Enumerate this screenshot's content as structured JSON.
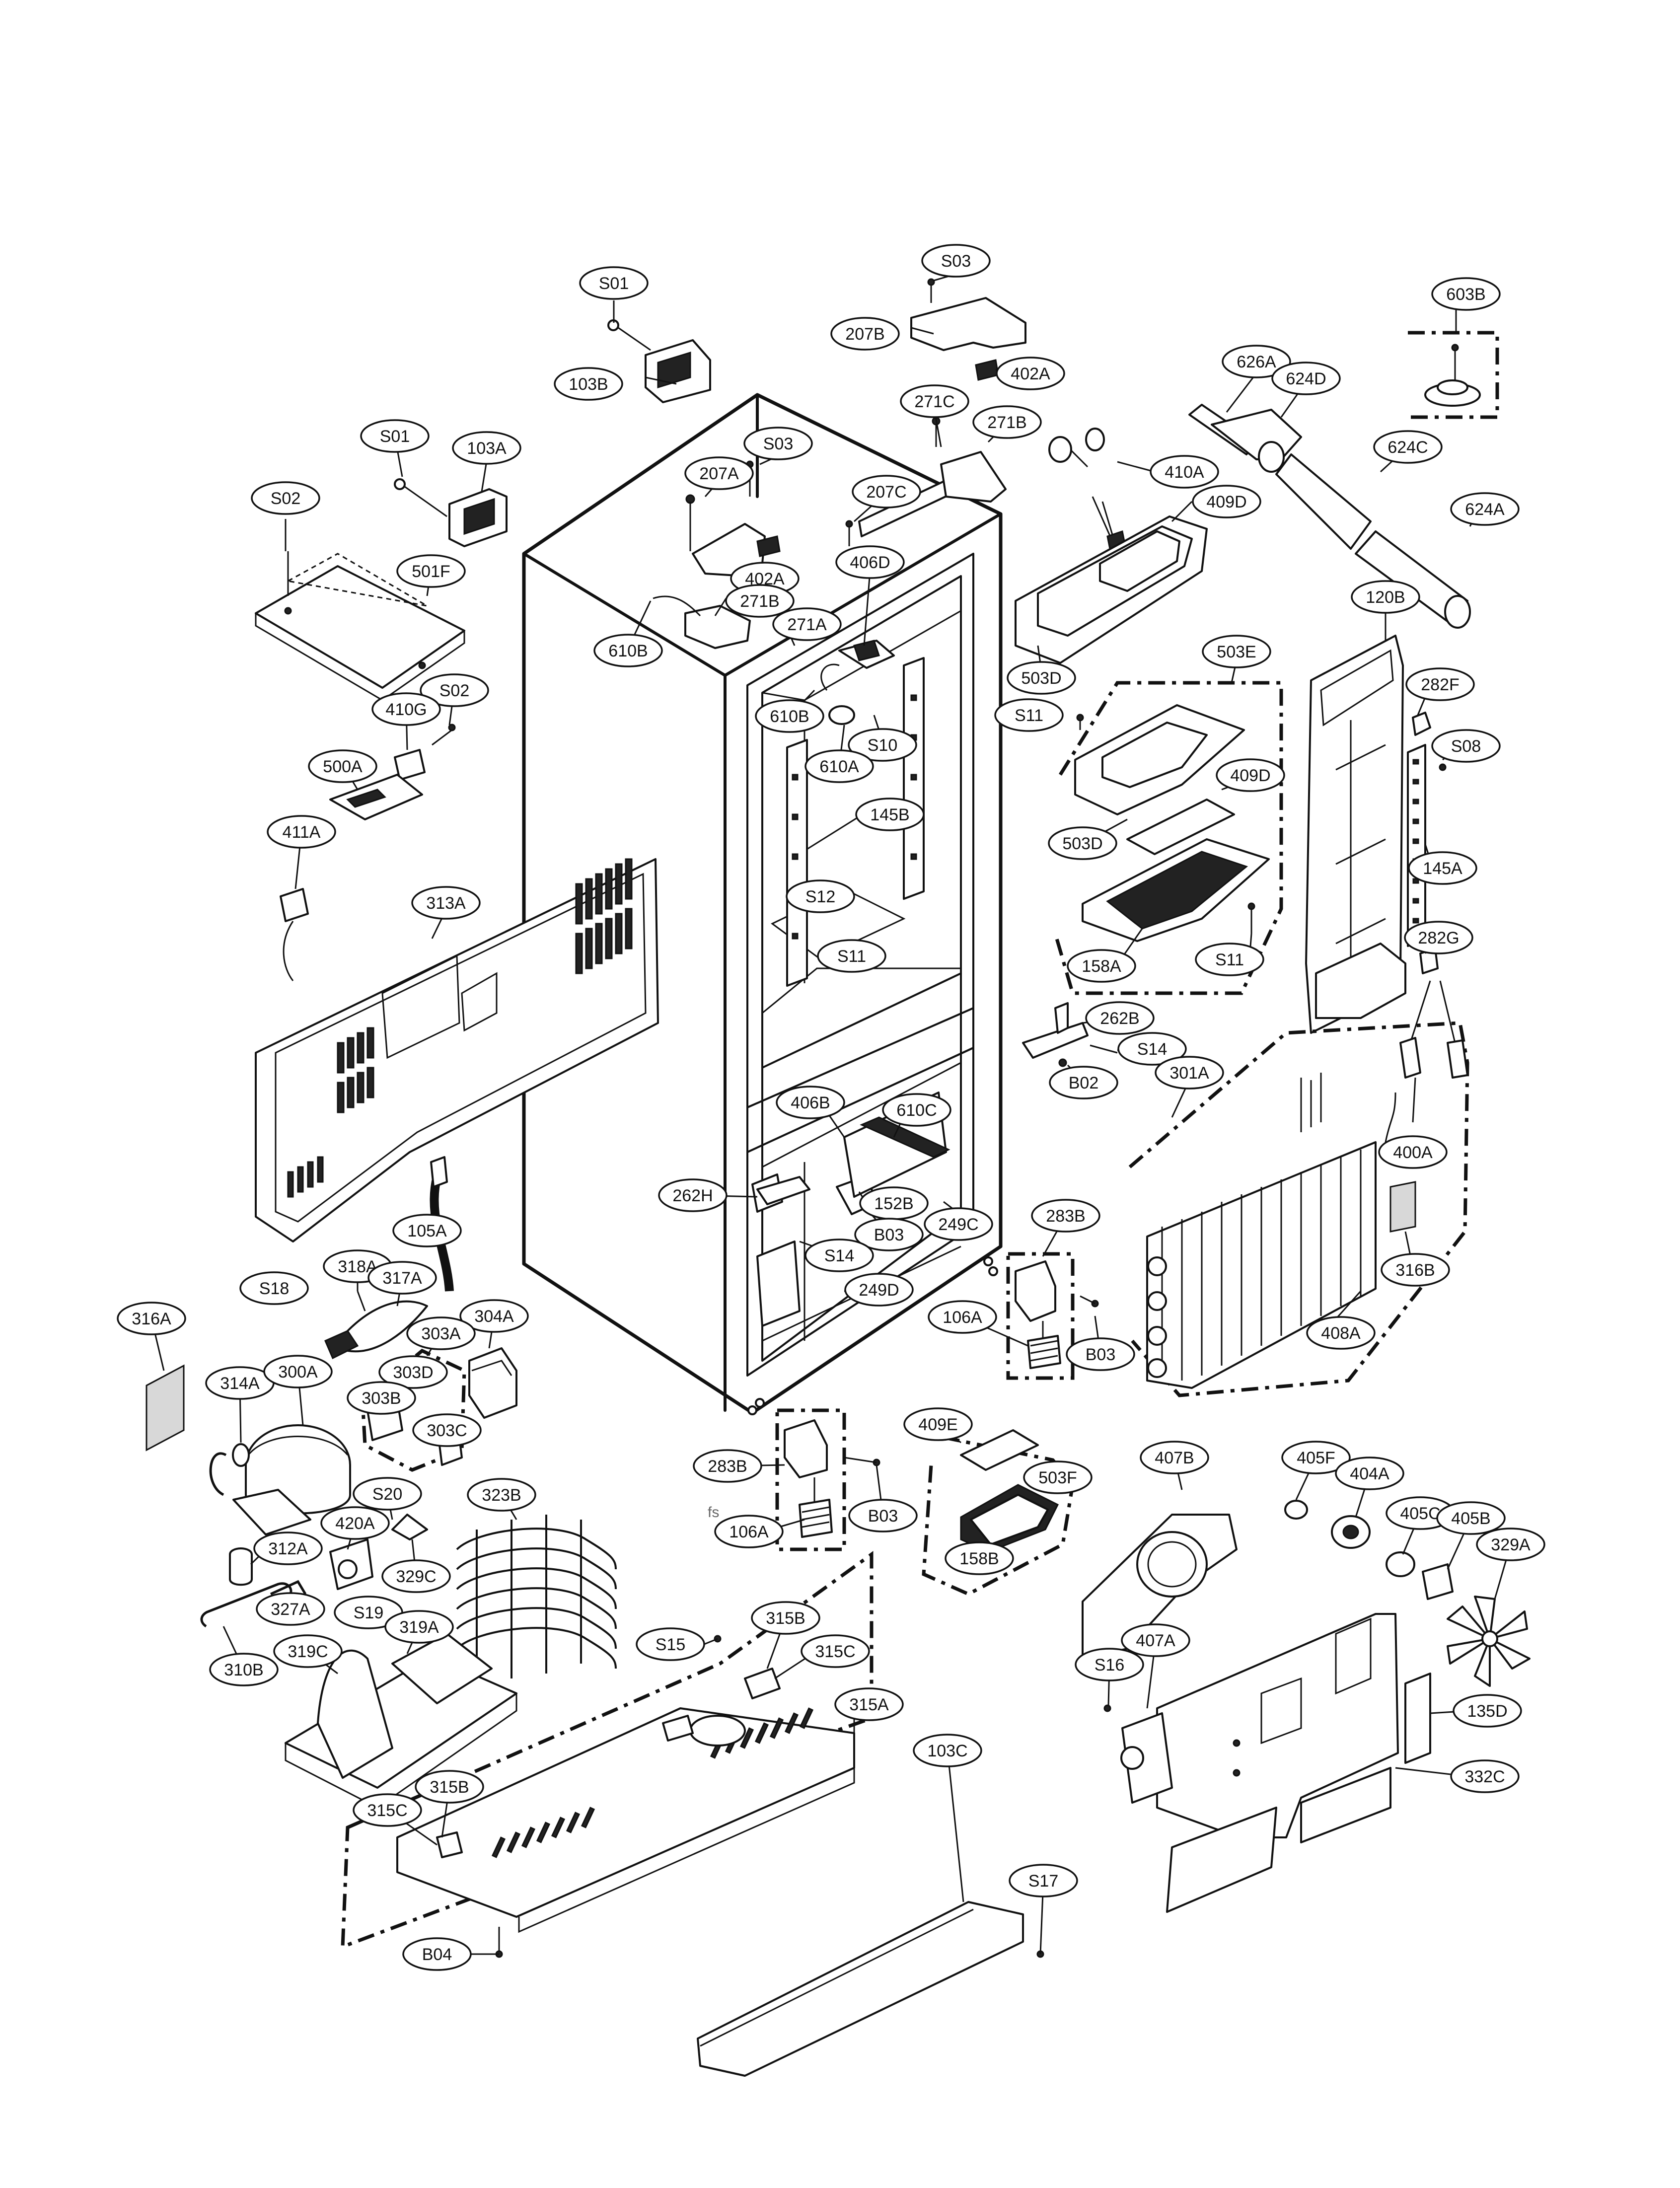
{
  "labels": [
    {
      "id": "S01",
      "text": "S01"
    },
    {
      "id": "S03",
      "text": "S03"
    },
    {
      "id": "603B",
      "text": "603B"
    },
    {
      "id": "207B",
      "text": "207B"
    },
    {
      "id": "402A",
      "text": "402A"
    },
    {
      "id": "103B",
      "text": "103B"
    },
    {
      "id": "626A",
      "text": "626A"
    },
    {
      "id": "624D",
      "text": "624D"
    },
    {
      "id": "271C",
      "text": "271C"
    },
    {
      "id": "271B",
      "text": "271B"
    },
    {
      "id": "S01b",
      "text": "S01"
    },
    {
      "id": "103A",
      "text": "103A"
    },
    {
      "id": "S03b",
      "text": "S03"
    },
    {
      "id": "207A",
      "text": "207A"
    },
    {
      "id": "624C",
      "text": "624C"
    },
    {
      "id": "410A",
      "text": "410A"
    },
    {
      "id": "207C",
      "text": "207C"
    },
    {
      "id": "S02",
      "text": "S02"
    },
    {
      "id": "409D",
      "text": "409D"
    },
    {
      "id": "624A",
      "text": "624A"
    },
    {
      "id": "402Ab",
      "text": "402A"
    },
    {
      "id": "406D",
      "text": "406D"
    },
    {
      "id": "501F",
      "text": "501F"
    },
    {
      "id": "271Bb",
      "text": "271B"
    },
    {
      "id": "271A",
      "text": "271A"
    },
    {
      "id": "120B",
      "text": "120B"
    },
    {
      "id": "610B",
      "text": "610B"
    },
    {
      "id": "503E",
      "text": "503E"
    },
    {
      "id": "503D",
      "text": "503D"
    },
    {
      "id": "282F",
      "text": "282F"
    },
    {
      "id": "S02b",
      "text": "S02"
    },
    {
      "id": "410G",
      "text": "410G"
    },
    {
      "id": "610Bb",
      "text": "610B"
    },
    {
      "id": "S11",
      "text": "S11"
    },
    {
      "id": "S10",
      "text": "S10"
    },
    {
      "id": "S08",
      "text": "S08"
    },
    {
      "id": "500A",
      "text": "500A"
    },
    {
      "id": "610A",
      "text": "610A"
    },
    {
      "id": "409Db",
      "text": "409D"
    },
    {
      "id": "145B",
      "text": "145B"
    },
    {
      "id": "411A",
      "text": "411A"
    },
    {
      "id": "503Db",
      "text": "503D"
    },
    {
      "id": "145A",
      "text": "145A"
    },
    {
      "id": "313A",
      "text": "313A"
    },
    {
      "id": "S12",
      "text": "S12"
    },
    {
      "id": "282G",
      "text": "282G"
    },
    {
      "id": "158A",
      "text": "158A"
    },
    {
      "id": "S11b",
      "text": "S11"
    },
    {
      "id": "S11c",
      "text": "S11"
    },
    {
      "id": "262B",
      "text": "262B"
    },
    {
      "id": "S14",
      "text": "S14"
    },
    {
      "id": "301A",
      "text": "301A"
    },
    {
      "id": "B02",
      "text": "B02"
    },
    {
      "id": "406B",
      "text": "406B"
    },
    {
      "id": "610C",
      "text": "610C"
    },
    {
      "id": "400A",
      "text": "400A"
    },
    {
      "id": "262H",
      "text": "262H"
    },
    {
      "id": "152B",
      "text": "152B"
    },
    {
      "id": "283B",
      "text": "283B"
    },
    {
      "id": "105A",
      "text": "105A"
    },
    {
      "id": "249C",
      "text": "249C"
    },
    {
      "id": "B03",
      "text": "B03"
    },
    {
      "id": "S14b",
      "text": "S14"
    },
    {
      "id": "316B",
      "text": "316B"
    },
    {
      "id": "S18",
      "text": "S18"
    },
    {
      "id": "318A",
      "text": "318A"
    },
    {
      "id": "317A",
      "text": "317A"
    },
    {
      "id": "249D",
      "text": "249D"
    },
    {
      "id": "316A",
      "text": "316A"
    },
    {
      "id": "304A",
      "text": "304A"
    },
    {
      "id": "303A",
      "text": "303A"
    },
    {
      "id": "106A",
      "text": "106A"
    },
    {
      "id": "408A",
      "text": "408A"
    },
    {
      "id": "B03b",
      "text": "B03"
    },
    {
      "id": "314A",
      "text": "314A"
    },
    {
      "id": "300A",
      "text": "300A"
    },
    {
      "id": "303D",
      "text": "303D"
    },
    {
      "id": "303B",
      "text": "303B"
    },
    {
      "id": "409E",
      "text": "409E"
    },
    {
      "id": "303C",
      "text": "303C"
    },
    {
      "id": "283Bb",
      "text": "283B"
    },
    {
      "id": "407B",
      "text": "407B"
    },
    {
      "id": "503F",
      "text": "503F"
    },
    {
      "id": "405F",
      "text": "405F"
    },
    {
      "id": "S20",
      "text": "S20"
    },
    {
      "id": "404A",
      "text": "404A"
    },
    {
      "id": "323B",
      "text": "323B"
    },
    {
      "id": "B03c",
      "text": "B03"
    },
    {
      "id": "420A",
      "text": "420A"
    },
    {
      "id": "106Ab",
      "text": "106A"
    },
    {
      "id": "405C",
      "text": "405C"
    },
    {
      "id": "405B",
      "text": "405B"
    },
    {
      "id": "312A",
      "text": "312A"
    },
    {
      "id": "329A",
      "text": "329A"
    },
    {
      "id": "158B",
      "text": "158B"
    },
    {
      "id": "329C",
      "text": "329C"
    },
    {
      "id": "327A",
      "text": "327A"
    },
    {
      "id": "S19",
      "text": "S19"
    },
    {
      "id": "315B",
      "text": "315B"
    },
    {
      "id": "319A",
      "text": "319A"
    },
    {
      "id": "407A",
      "text": "407A"
    },
    {
      "id": "319C",
      "text": "319C"
    },
    {
      "id": "S15",
      "text": "S15"
    },
    {
      "id": "315C",
      "text": "315C"
    },
    {
      "id": "310B",
      "text": "310B"
    },
    {
      "id": "S16",
      "text": "S16"
    },
    {
      "id": "315A",
      "text": "315A"
    },
    {
      "id": "135D",
      "text": "135D"
    },
    {
      "id": "103C",
      "text": "103C"
    },
    {
      "id": "315Bb",
      "text": "315B"
    },
    {
      "id": "332C",
      "text": "332C"
    },
    {
      "id": "315Cb",
      "text": "315C"
    },
    {
      "id": "S17",
      "text": "S17"
    },
    {
      "id": "B04",
      "text": "B04"
    }
  ],
  "watermark": "fs"
}
